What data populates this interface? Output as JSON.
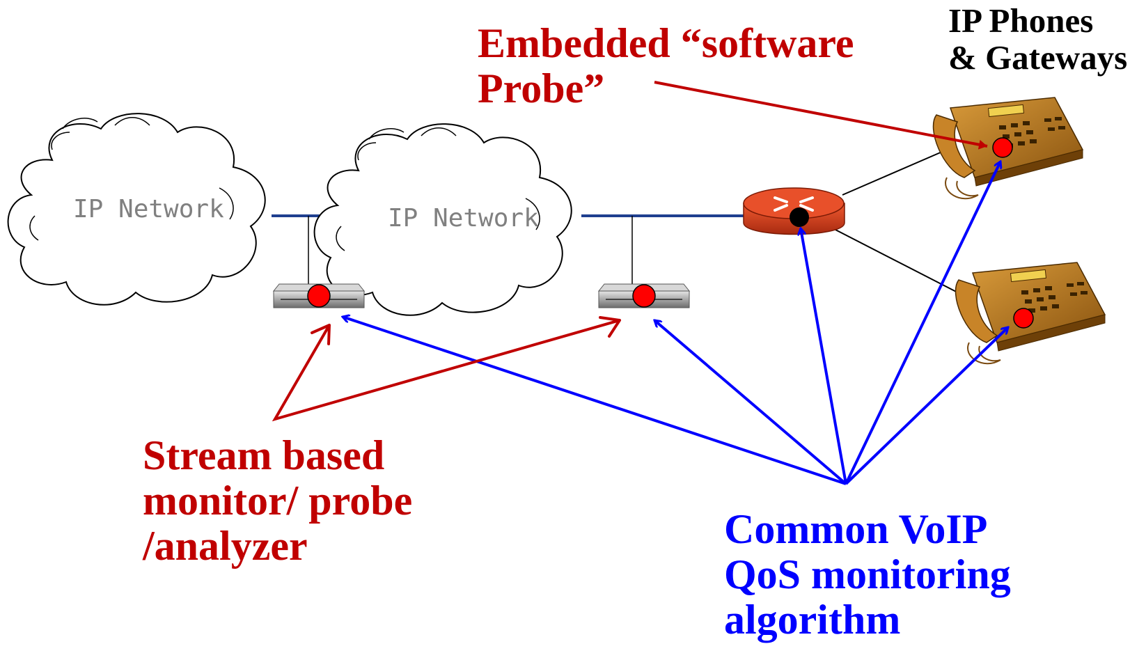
{
  "clouds": [
    {
      "label": "IP Network"
    },
    {
      "label": "IP Network"
    }
  ],
  "labels": {
    "embedded_probe": [
      "Embedded “software",
      "Probe”"
    ],
    "ip_phones": [
      "IP Phones",
      "& Gateways"
    ],
    "stream_monitor": [
      "Stream based",
      "monitor/ probe",
      "/analyzer"
    ],
    "common_voip": [
      "Common VoIP",
      "QoS monitoring",
      "algorithm"
    ]
  },
  "colors": {
    "probe_red": "#c00000",
    "qos_blue": "#0000ff",
    "link_navy": "#1f3f8f",
    "router_red": "#d93a1a",
    "phone_bronze": "#b8781e",
    "probe_dot": "#ff0000"
  },
  "icons": [
    "cloud-icon",
    "probe-device-icon",
    "router-icon",
    "ip-phone-icon"
  ]
}
